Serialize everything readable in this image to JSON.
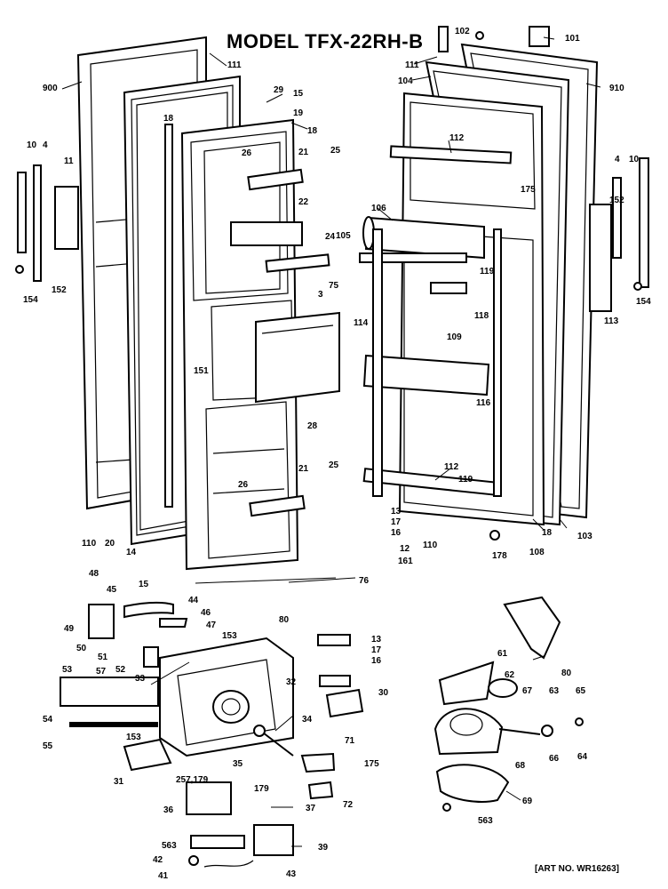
{
  "title": "MODEL TFX-22RH-B",
  "art_number": "[ART NO. WR16263]",
  "part_labels": {
    "p900": "900",
    "p111a": "111",
    "p29": "29",
    "p15a": "15",
    "p19": "19",
    "p18a": "18",
    "p18b": "18",
    "p10a": "10",
    "p4a": "4",
    "p11": "11",
    "p152a": "152",
    "p154a": "154",
    "p26a": "26",
    "p21a": "21",
    "p25a": "25",
    "p22": "22",
    "p24": "24",
    "p3": "3",
    "p75": "75",
    "p151": "151",
    "p28": "28",
    "p21b": "21",
    "p25b": "25",
    "p26b": "26",
    "p110a": "110",
    "p20": "20",
    "p14": "14",
    "p15b": "15",
    "p76": "76",
    "p80a": "80",
    "p48": "48",
    "p45": "45",
    "p44": "44",
    "p46": "46",
    "p47": "47",
    "p49": "49",
    "p50": "50",
    "p51": "51",
    "p153a": "153",
    "p52": "52",
    "p57": "57",
    "p33": "33",
    "p32": "32",
    "p53": "53",
    "p54": "54",
    "p55": "55",
    "p153b": "153",
    "p34": "34",
    "p35": "35",
    "p31": "31",
    "p257": "257,179",
    "p179": "179",
    "p36": "36",
    "p37": "37",
    "p563a": "563",
    "p42": "42",
    "p41": "41",
    "p39": "39",
    "p43": "43",
    "p71": "71",
    "p175a": "175",
    "p72": "72",
    "p13a": "13",
    "p17a": "17",
    "p16a": "16",
    "p30": "30",
    "p102": "102",
    "p101": "101",
    "p111b": "111",
    "p104": "104",
    "p910": "910",
    "p112a": "112",
    "p4b": "4",
    "p10b": "10",
    "p175b": "175",
    "p152b": "152",
    "p106": "106",
    "p105": "105",
    "p119a": "119",
    "p118": "118",
    "p154b": "154",
    "p113": "113",
    "p114": "114",
    "p109": "109",
    "p116": "116",
    "p112b": "112",
    "p119b": "119",
    "p13b": "13",
    "p17b": "17",
    "p16b": "16",
    "p12": "12",
    "p161": "161",
    "p110b": "110",
    "p178": "178",
    "p108": "108",
    "p18c": "18",
    "p103": "103",
    "p80b": "80",
    "p61": "61",
    "p62": "62",
    "p67": "67",
    "p63": "63",
    "p65": "65",
    "p66": "66",
    "p64": "64",
    "p68": "68",
    "p69": "69",
    "p563b": "563"
  }
}
